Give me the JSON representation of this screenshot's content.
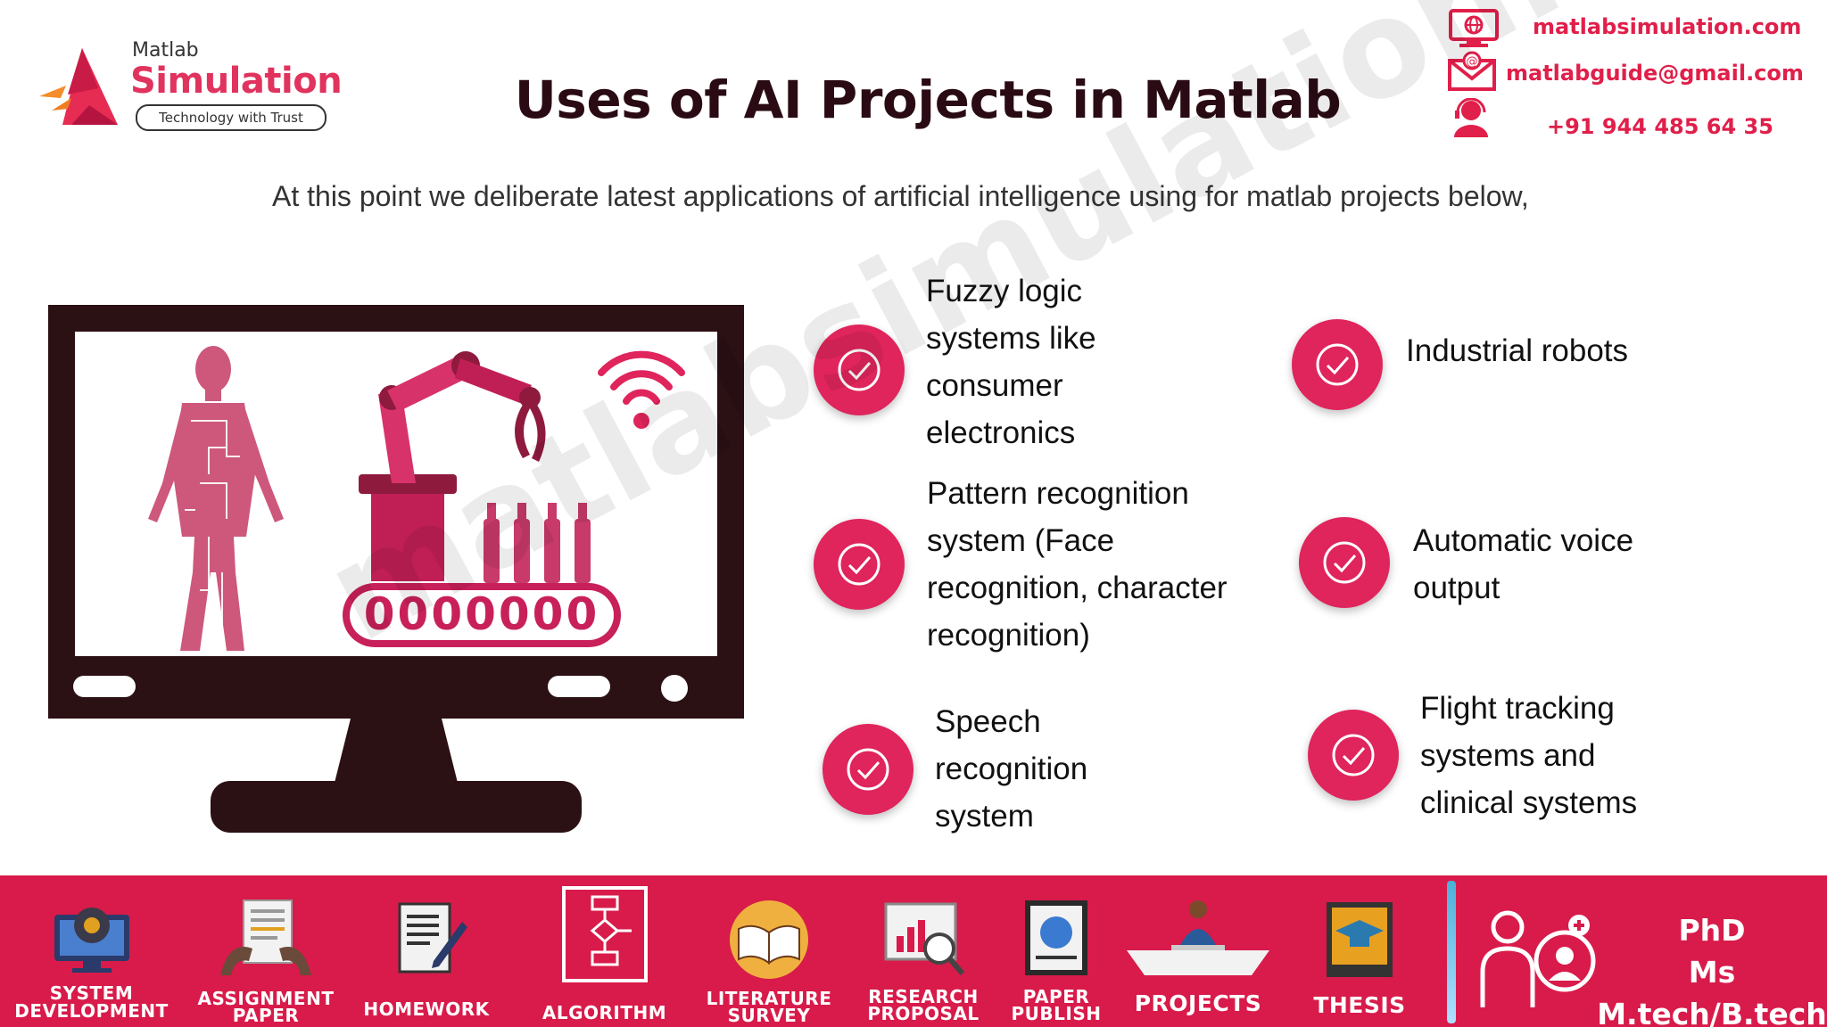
{
  "logo": {
    "top_text": "Matlab",
    "main_text": "Simulation",
    "tagline": "Technology with Trust"
  },
  "title": "Uses of AI Projects in Matlab",
  "contacts": {
    "website": "matlabsimulation.com",
    "email": "matlabguide@gmail.com",
    "phone": "+91 944 485 64 35",
    "website_icon": "monitor-globe-icon",
    "email_icon": "envelope-icon",
    "phone_icon": "support-agent-icon"
  },
  "subtitle": "At this point we deliberate latest applications of artificial intelligence using for matlab projects below,",
  "watermark": "matlabsimulation.com",
  "items": [
    "Fuzzy logic systems like consumer electronics",
    "Industrial robots",
    "Pattern recognition system (Face recognition, character recognition)",
    "Automatic voice output",
    "Speech recognition system",
    "Flight tracking systems and clinical systems"
  ],
  "items_lines": [
    [
      "Fuzzy logic",
      "systems like",
      "consumer",
      "electronics"
    ],
    [
      "Industrial robots"
    ],
    [
      "Pattern recognition",
      "system (Face",
      "recognition, character",
      "recognition)"
    ],
    [
      "Automatic voice",
      "output"
    ],
    [
      "Speech",
      "recognition",
      "system"
    ],
    [
      "Flight tracking",
      "systems and",
      "clinical systems"
    ]
  ],
  "conveyor_text": "0000000",
  "footer": {
    "nav": [
      {
        "line1": "SYSTEM",
        "line2": "DEVELOPMENT",
        "icon": "monitor-gear-icon"
      },
      {
        "line1": "ASSIGNMENT",
        "line2": "PAPER",
        "icon": "document-hands-icon"
      },
      {
        "line1": "HOMEWORK",
        "line2": "",
        "icon": "notepad-pen-icon"
      },
      {
        "line1": "ALGORITHM",
        "line2": "",
        "icon": "flowchart-icon"
      },
      {
        "line1": "LITERATURE",
        "line2": "SURVEY",
        "icon": "open-book-icon"
      },
      {
        "line1": "RESEARCH",
        "line2": "PROPOSAL",
        "icon": "chart-magnifier-icon"
      },
      {
        "line1": "PAPER",
        "line2": "PUBLISH",
        "icon": "globe-document-icon"
      },
      {
        "line1": "PROJECTS",
        "line2": "",
        "icon": "person-desk-icon"
      },
      {
        "line1": "THESIS",
        "line2": "",
        "icon": "graduation-cap-icon"
      }
    ],
    "degrees": [
      "PhD",
      "Ms",
      "M.tech/B.tech"
    ],
    "consult_icon": "doctor-consult-icon"
  },
  "colors": {
    "accent": "#e0245c",
    "footer": "#d81b4a",
    "title": "#2a0b14",
    "monitor": "#2b1014"
  }
}
